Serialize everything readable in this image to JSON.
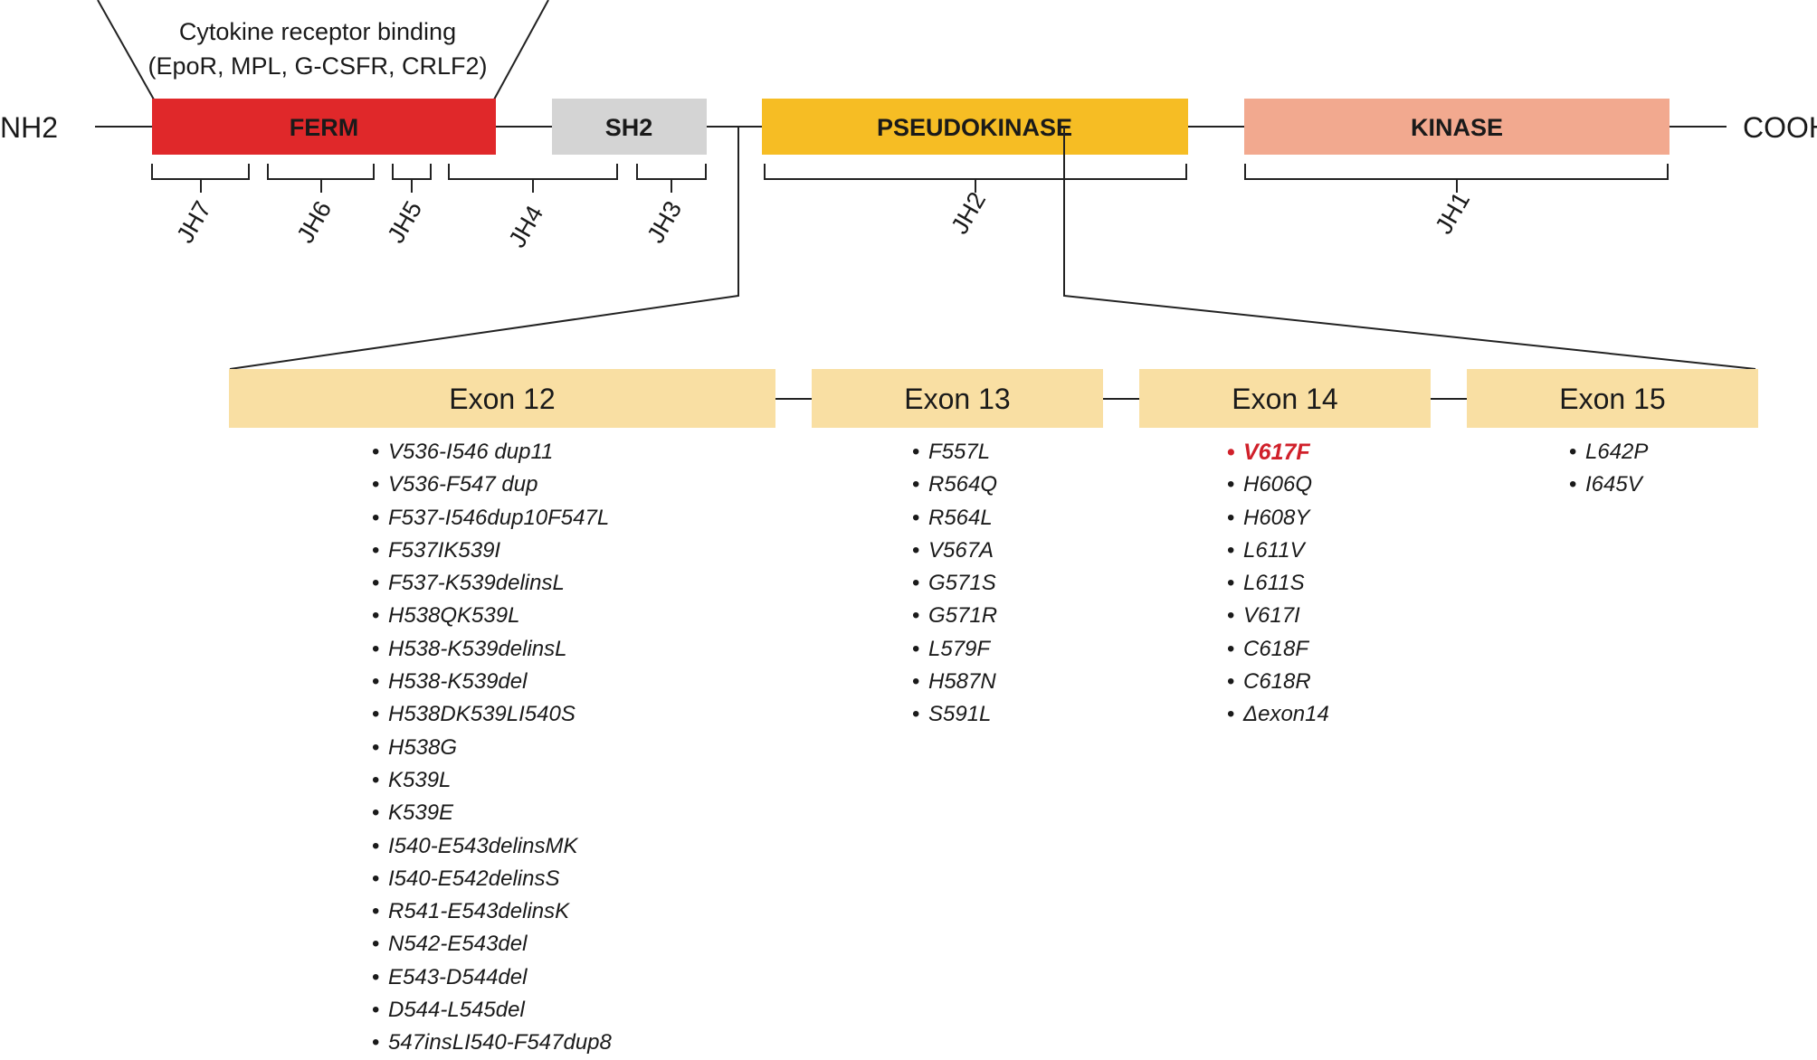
{
  "protein": {
    "n_terminus": "NH2",
    "c_terminus": "COOH",
    "binding_note_line1": "Cytokine receptor binding",
    "binding_note_line2": "(EpoR, MPL, G-CSFR, CRLF2)",
    "domains": [
      {
        "label": "FERM",
        "color": "#e0282a"
      },
      {
        "label": "SH2",
        "color": "#d4d4d4"
      },
      {
        "label": "PSEUDOKINASE",
        "color": "#f6bd24"
      },
      {
        "label": "KINASE",
        "color": "#f2a98f"
      }
    ],
    "jh_regions": [
      "JH7",
      "JH6",
      "JH5",
      "JH4",
      "JH3",
      "JH2",
      "JH1"
    ]
  },
  "exons": [
    {
      "label": "Exon 12",
      "color": "#f9dfa3",
      "mutations": [
        "V536-I546 dup11",
        "V536-F547 dup",
        "F537-I546dup10F547L",
        "F537IK539I",
        "F537-K539delinsL",
        "H538QK539L",
        "H538-K539delinsL",
        "H538-K539del",
        "H538DK539LI540S",
        "H538G",
        "K539L",
        "K539E",
        "I540-E543delinsMK",
        "I540-E542delinsS",
        "R541-E543delinsK",
        "N542-E543del",
        "E543-D544del",
        "D544-L545del",
        "547insLI540-F547dup8"
      ]
    },
    {
      "label": "Exon 13",
      "color": "#f9dfa3",
      "mutations": [
        "F557L",
        "R564Q",
        "R564L",
        "V567A",
        "G571S",
        "G571R",
        "L579F",
        "H587N",
        "S591L"
      ]
    },
    {
      "label": "Exon 14",
      "color": "#f9dfa3",
      "mutations": [
        "V617F",
        "H606Q",
        "H608Y",
        "L611V",
        "L611S",
        "V617I",
        "C618F",
        "C618R",
        "Δexon14"
      ]
    },
    {
      "label": "Exon 15",
      "color": "#f9dfa3",
      "mutations": [
        "L642P",
        "I645V"
      ]
    }
  ],
  "highlight": {
    "mutation": "V617F",
    "color": "#d0202a"
  },
  "bullet_char": "•"
}
